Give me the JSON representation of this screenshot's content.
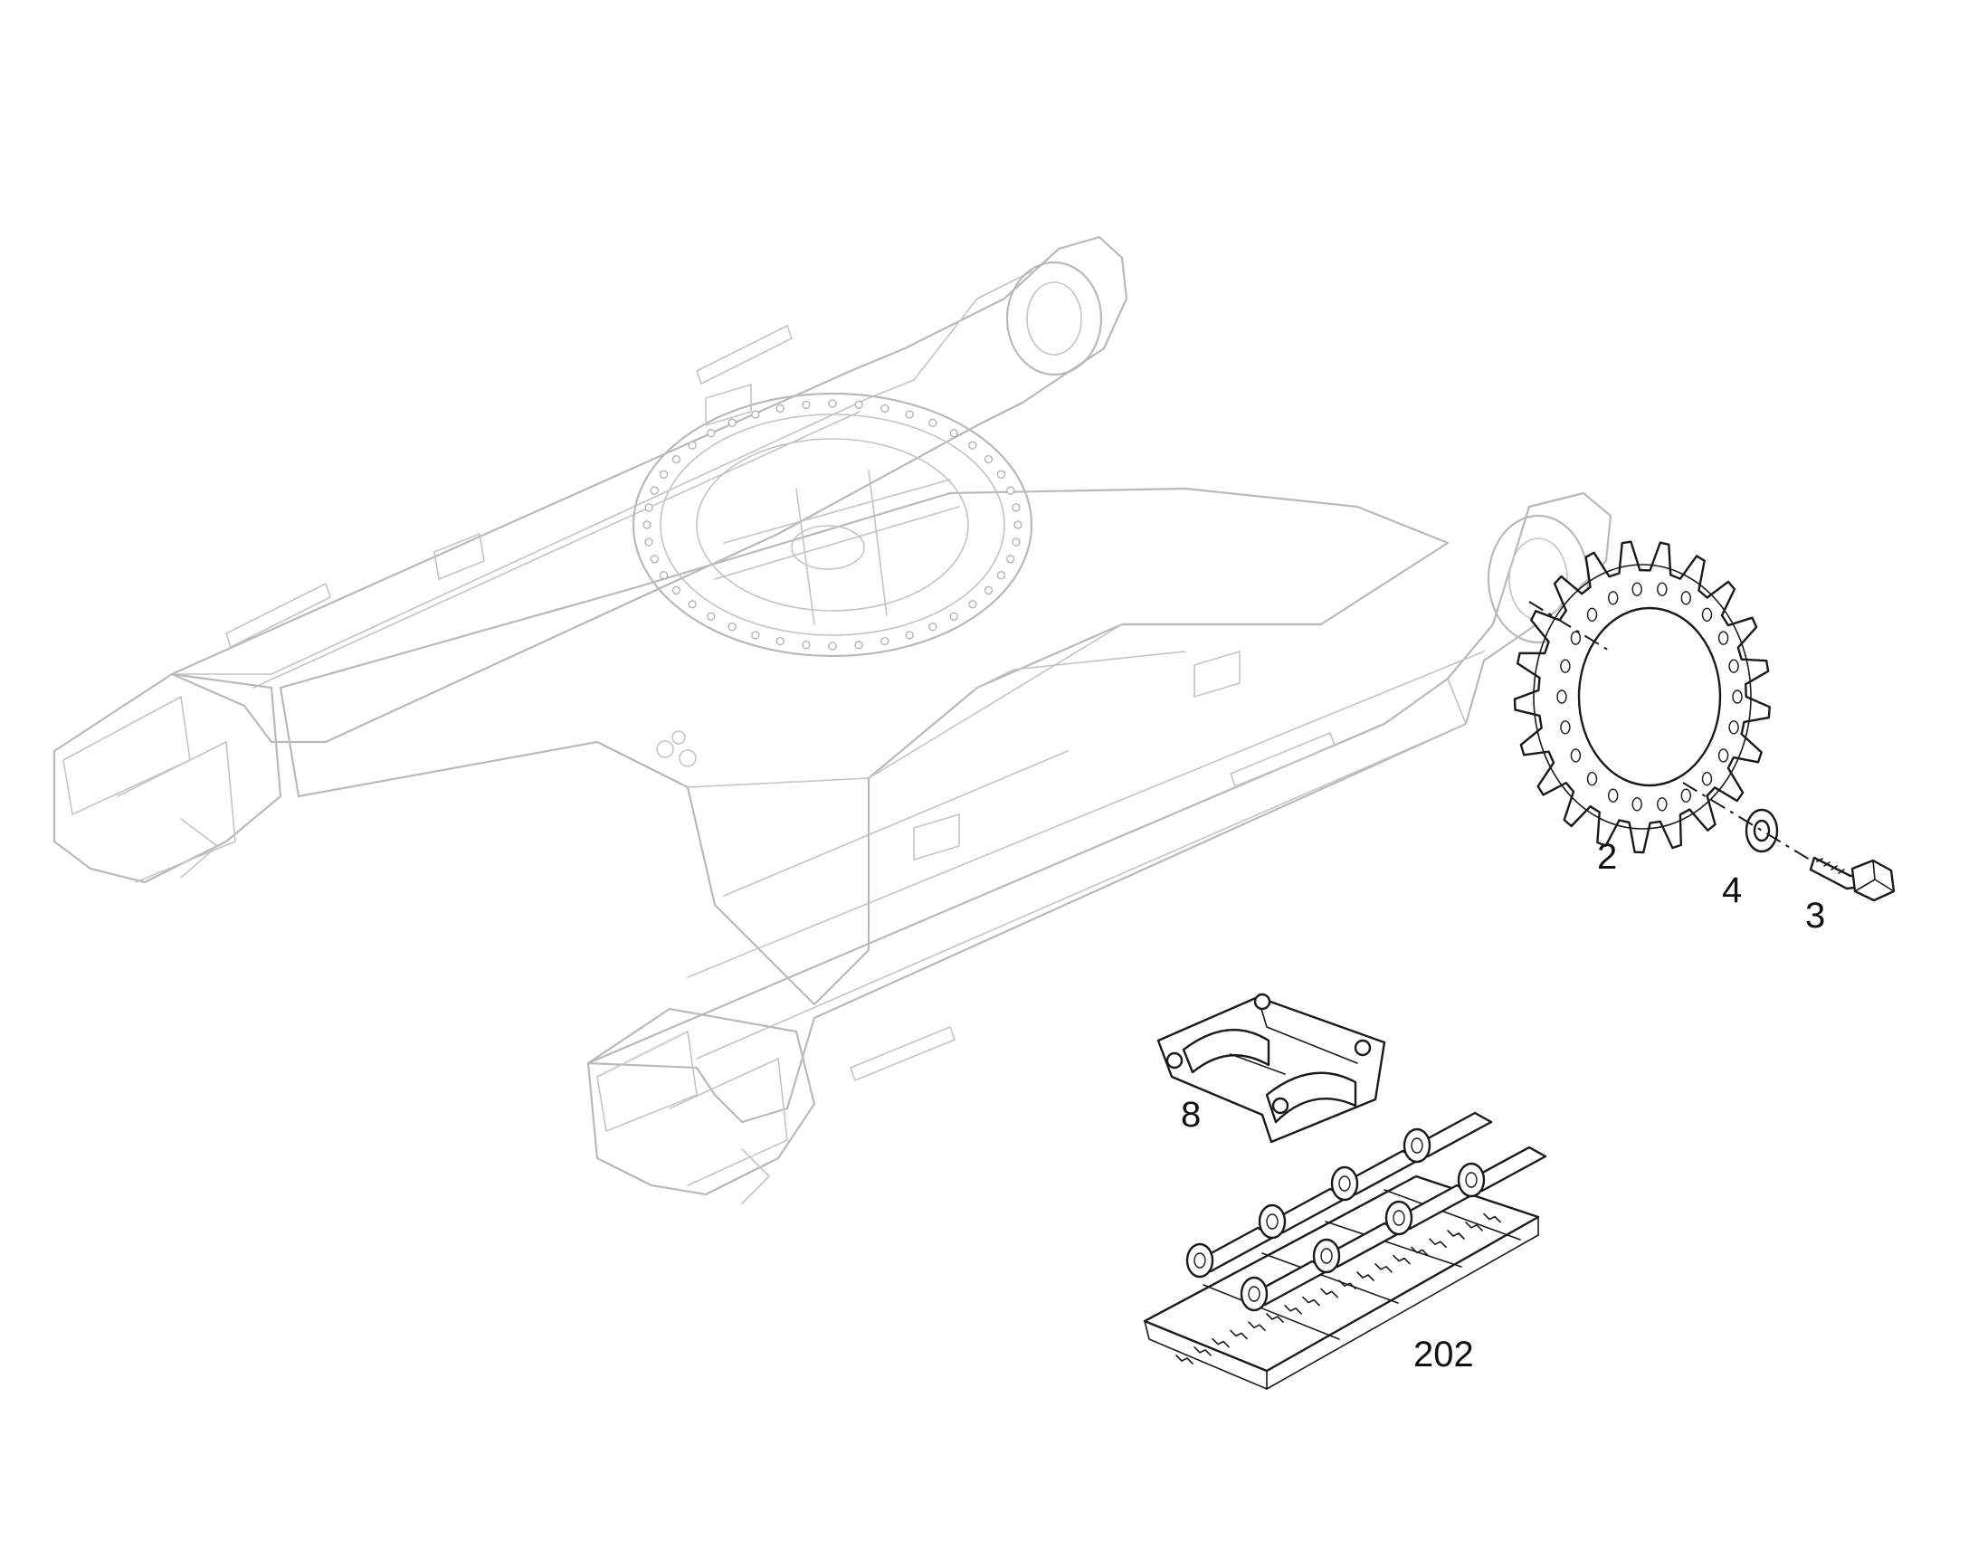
{
  "diagram": {
    "callouts": [
      {
        "id": "2",
        "label": "2"
      },
      {
        "id": "4",
        "label": "4"
      },
      {
        "id": "3",
        "label": "3"
      },
      {
        "id": "8",
        "label": "8"
      },
      {
        "id": "202",
        "label": "202"
      }
    ],
    "colors": {
      "background": "#ffffff",
      "frame_line": "#b9b9b9",
      "part_line": "#1a1a1a"
    }
  }
}
